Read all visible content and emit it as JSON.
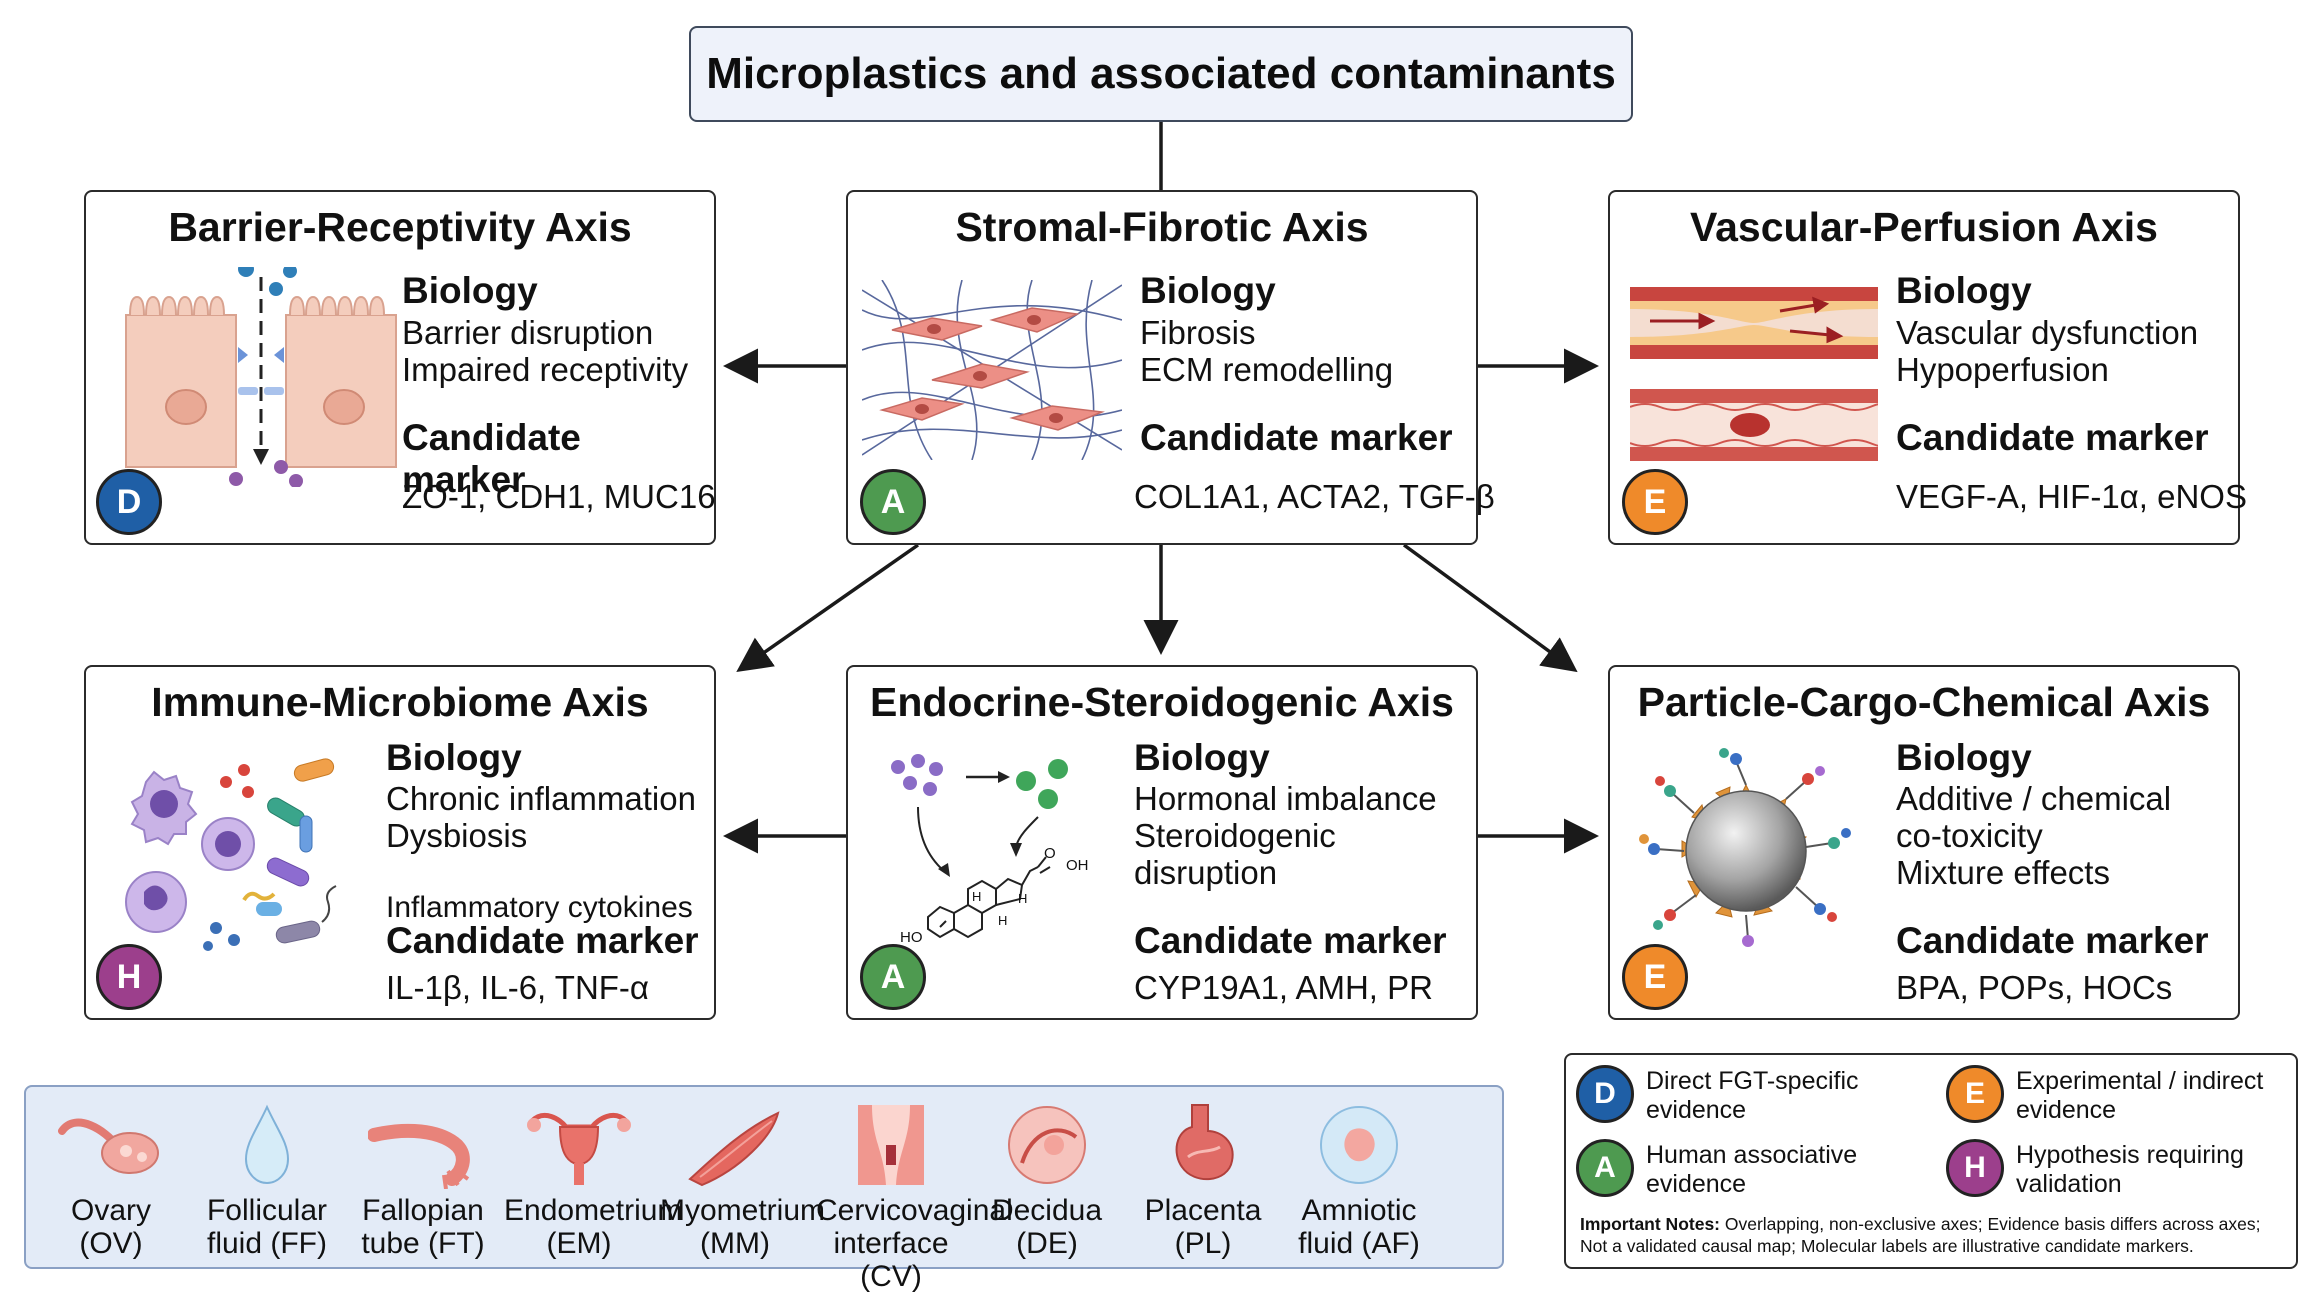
{
  "title": "Microplastics and associated contaminants",
  "panels": {
    "barrier": {
      "title": "Barrier-Receptivity Axis",
      "biology_heading": "Biology",
      "biology": [
        "Barrier disruption",
        "Impaired receptivity"
      ],
      "marker_heading": "Candidate marker",
      "marker": "ZO-1, CDH1, MUC16",
      "badge": "D"
    },
    "stromal": {
      "title": "Stromal-Fibrotic Axis",
      "biology_heading": "Biology",
      "biology": [
        "Fibrosis",
        "ECM remodelling"
      ],
      "marker_heading": "Candidate marker",
      "marker": "COL1A1, ACTA2, TGF-β",
      "badge": "A"
    },
    "vascular": {
      "title": "Vascular-Perfusion Axis",
      "biology_heading": "Biology",
      "biology": [
        "Vascular dysfunction",
        "Hypoperfusion"
      ],
      "marker_heading": "Candidate marker",
      "marker": "VEGF-A, HIF-1α, eNOS",
      "badge": "E"
    },
    "immune": {
      "title": "Immune-Microbiome Axis",
      "biology_heading": "Biology",
      "biology": [
        "Chronic inflammation",
        "Dysbiosis"
      ],
      "extra": "Inflammatory cytokines",
      "marker_heading": "Candidate marker",
      "marker": "IL-1β, IL-6, TNF-α",
      "badge": "H"
    },
    "endocrine": {
      "title": "Endocrine-Steroidogenic Axis",
      "biology_heading": "Biology",
      "biology": [
        "Hormonal imbalance",
        "Steroidogenic",
        "disruption"
      ],
      "marker_heading": "Candidate marker",
      "marker": "CYP19A1, AMH, PR",
      "badge": "A",
      "molecule_labels": [
        "OH",
        "O",
        "HO",
        "H",
        "H",
        "H"
      ]
    },
    "particle": {
      "title": "Particle-Cargo-Chemical Axis",
      "biology_heading": "Biology",
      "biology": [
        "Additive / chemical",
        "co-toxicity",
        "Mixture effects"
      ],
      "marker_heading": "Candidate marker",
      "marker": "BPA, POPs, HOCs",
      "badge": "E"
    }
  },
  "organs": [
    {
      "name": "Ovary",
      "abbr": "(OV)",
      "icon": "ovary-icon"
    },
    {
      "name": "Follicular",
      "abbr": "fluid (FF)",
      "icon": "droplet-icon"
    },
    {
      "name": "Fallopian",
      "abbr": "tube (FT)",
      "icon": "fallopian-tube-icon"
    },
    {
      "name": "Endometrium",
      "abbr": "(EM)",
      "icon": "uterus-icon"
    },
    {
      "name": "Myometrium",
      "abbr": "(MM)",
      "icon": "muscle-icon"
    },
    {
      "name": "Cervicovaginal",
      "abbr": "interface (CV)",
      "icon": "cervix-icon"
    },
    {
      "name": "Decidua",
      "abbr": "(DE)",
      "icon": "decidua-icon"
    },
    {
      "name": "Placenta",
      "abbr": "(PL)",
      "icon": "placenta-icon"
    },
    {
      "name": "Amniotic",
      "abbr": "fluid (AF)",
      "icon": "amniotic-sac-icon"
    }
  ],
  "legend": {
    "items": [
      {
        "badge": "D",
        "line1": "Direct FGT-specific",
        "line2": "evidence"
      },
      {
        "badge": "E",
        "line1": "Experimental / indirect",
        "line2": "evidence"
      },
      {
        "badge": "A",
        "line1": "Human associative",
        "line2": "evidence"
      },
      {
        "badge": "H",
        "line1": "Hypothesis requiring",
        "line2": "validation"
      }
    ],
    "note_label": "Important Notes:",
    "note_text": "Overlapping, non-exclusive axes; Evidence basis differs across axes; Not a validated causal map; Molecular labels are illustrative candidate markers."
  },
  "colors": {
    "D": "#1f5fa6",
    "A": "#4e9a50",
    "E": "#ef8a2a",
    "H": "#9c3f8c",
    "title_bg": "#eef2fa",
    "organ_bg": "#e3ebf7"
  }
}
